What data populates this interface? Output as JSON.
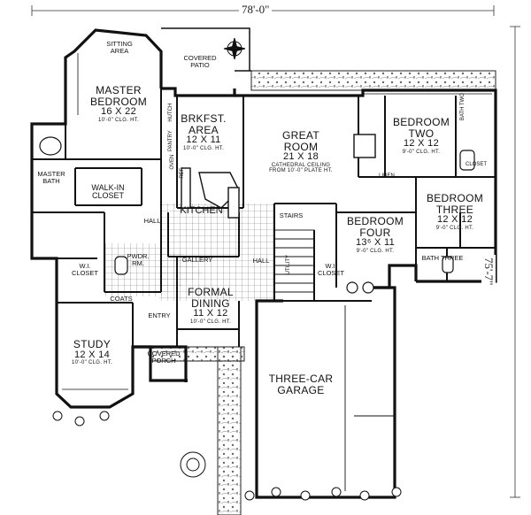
{
  "dimensions": {
    "width": "78'-0\"",
    "depth": "75'-7\""
  },
  "rooms": {
    "master_bedroom": {
      "name_line1": "MASTER",
      "name_line2": "BEDROOM",
      "size": "16 X 22",
      "ceiling": "10'-0\" CLG. HT."
    },
    "sitting_area": {
      "line1": "SITTING",
      "line2": "AREA"
    },
    "covered_patio": {
      "line1": "COVERED",
      "line2": "PATIO"
    },
    "brkfst_area": {
      "line1": "BRKFST.",
      "line2": "AREA",
      "size": "12 X 11",
      "ceiling": "10'-0\" CLG. HT."
    },
    "great_room": {
      "line1": "GREAT",
      "line2": "ROOM",
      "size": "21 X 18",
      "ceiling1": "CATHEDRAL CEILING",
      "ceiling2": "FROM 10'-0\" PLATE HT."
    },
    "bedroom_two": {
      "line1": "BEDROOM",
      "line2": "TWO",
      "size": "12 X 12",
      "ceiling": "9'-0\" CLG. HT."
    },
    "bedroom_three": {
      "line1": "BEDROOM",
      "line2": "THREE",
      "size": "12 X 12",
      "ceiling": "9'-0\" CLG. HT."
    },
    "bedroom_four": {
      "line1": "BEDROOM",
      "line2": "FOUR",
      "size": "13⁶ X 11",
      "ceiling": "9'-0\" CLG. HT."
    },
    "master_bath": {
      "line1": "MASTER",
      "line2": "BATH"
    },
    "walk_in_closet": {
      "line1": "WALK-IN",
      "line2": "CLOSET"
    },
    "kitchen": "KITCHEN",
    "hall_left": "HALL",
    "hall_right": "HALL",
    "stairs": "STAIRS",
    "utility": "UTILITY",
    "wi_closet_left": {
      "line1": "W.I.",
      "line2": "CLOSET"
    },
    "wi_closet_right": {
      "line1": "W.I.",
      "line2": "CLOSET"
    },
    "pwdr_rm": {
      "line1": "PWDR.",
      "line2": "RM."
    },
    "coats": "COATS",
    "gallery": "GALLERY",
    "formal_dining": {
      "line1": "FORMAL",
      "line2": "DINING",
      "size": "11 X 12",
      "ceiling": "10'-0\" CLG. HT."
    },
    "entry": "ENTRY",
    "study": {
      "line1": "STUDY",
      "size": "12 X 14",
      "ceiling": "10'-0\" CLG. HT."
    },
    "covered_porch": {
      "line1": "COVERED",
      "line2": "PORCH"
    },
    "garage": {
      "line1": "THREE-CAR",
      "line2": "GARAGE"
    },
    "bath_two": "BATH TWO",
    "bath_three": "BATH  THREE",
    "closet": "CLOSET",
    "pantry": "PANTRY",
    "hutch": "HUTCH",
    "linen": "LINEN",
    "ref": "REF.",
    "oven": "OVEN"
  }
}
